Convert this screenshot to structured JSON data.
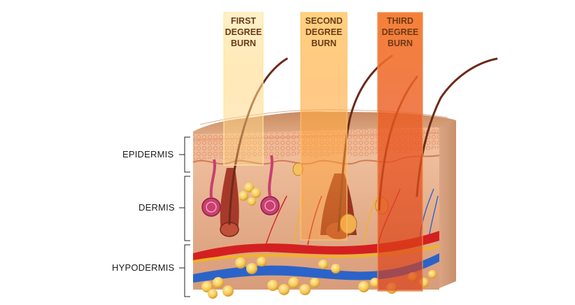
{
  "labels": {
    "epidermis": "EPIDERMIS",
    "dermis": "DERMIS",
    "hypodermis": "HYPODERMIS"
  },
  "burns": [
    {
      "line1": "FIRST",
      "line2": "DEGREE",
      "line3": "BURN",
      "color": "#ffd27a"
    },
    {
      "line1": "SECOND",
      "line2": "DEGREE",
      "line3": "BURN",
      "color": "#ffa640"
    },
    {
      "line1": "THIRD",
      "line2": "DEGREE",
      "line3": "BURN",
      "color": "#e8521e"
    }
  ],
  "colors": {
    "skin_surface": "#d9a27c",
    "epidermis": "#efc1a0",
    "dermis": "#e7b48f",
    "artery": "#d42020",
    "vein": "#2b63c9",
    "nerve": "#f0b22a",
    "fat": "#f6c95a"
  }
}
